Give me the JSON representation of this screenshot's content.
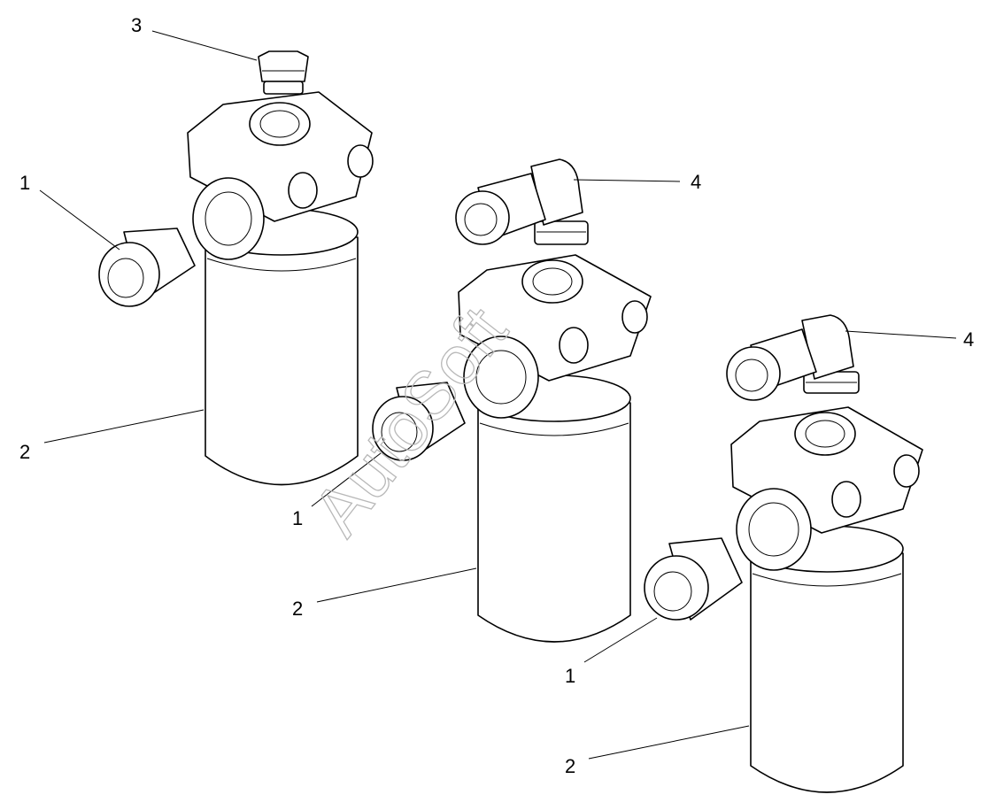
{
  "callouts": {
    "c1": "3",
    "c2": "1",
    "c3": "2",
    "c4": "4",
    "c5": "1",
    "c6": "2",
    "c7": "4",
    "c8": "1",
    "c9": "2"
  },
  "watermark": "AutoSoft",
  "colors": {
    "line": "#000000",
    "background": "#ffffff",
    "watermark": "#b8b8b8"
  }
}
